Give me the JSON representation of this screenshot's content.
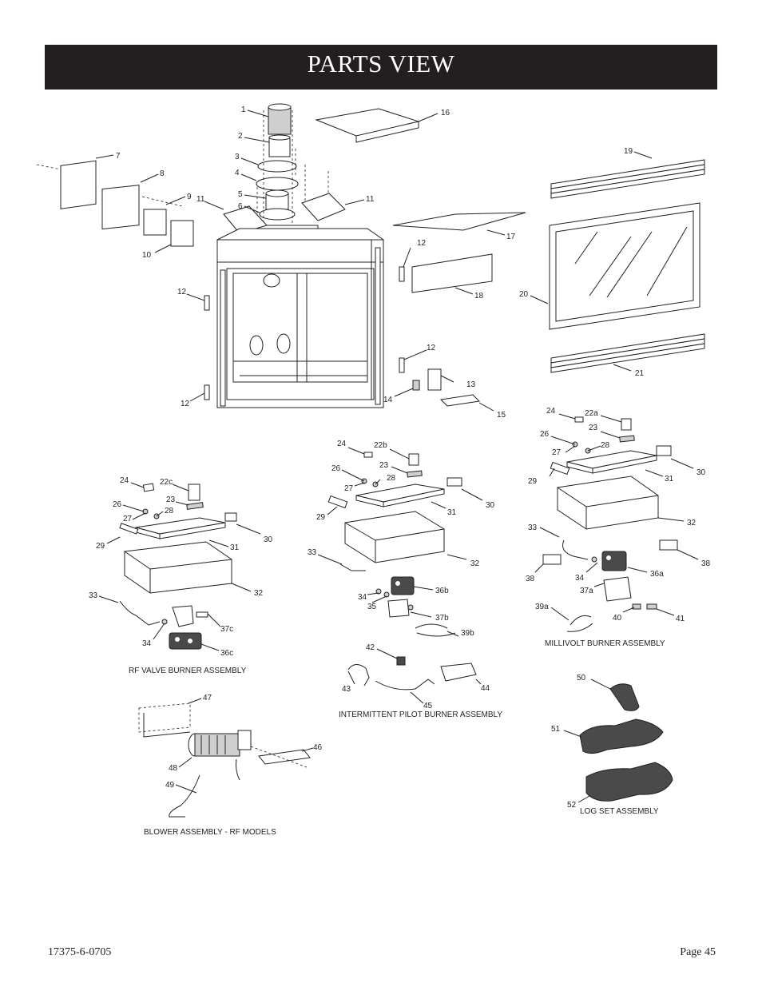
{
  "header": {
    "title": "PARTS VIEW"
  },
  "footer": {
    "doc_number": "17375-6-0705",
    "page": "Page 45"
  },
  "callouts": {
    "c1": "1",
    "c2": "2",
    "c3": "3",
    "c4": "4",
    "c5": "5",
    "c6": "6",
    "c7": "7",
    "c8": "8",
    "c9": "9",
    "c10": "10",
    "c11a": "11",
    "c11b": "11",
    "c12a": "12",
    "c12b": "12",
    "c12c": "12",
    "c12d": "12",
    "c13": "13",
    "c14": "14",
    "c15": "15",
    "c16": "16",
    "c17": "17",
    "c18": "18",
    "c19": "19",
    "c20": "20",
    "c21": "21"
  },
  "rf_valve": {
    "caption": "RF VALVE BURNER ASSEMBLY",
    "labels": {
      "l24": "24",
      "l22c": "22c",
      "l23": "23",
      "l26": "26",
      "l28": "28",
      "l27": "27",
      "l30": "30",
      "l29": "29",
      "l31": "31",
      "l32": "32",
      "l33": "33",
      "l37c": "37c",
      "l34": "34",
      "l36c": "36c"
    }
  },
  "intermittent": {
    "caption": "INTERMITTENT PILOT BURNER ASSEMBLY",
    "labels": {
      "l24": "24",
      "l22b": "22b",
      "l23": "23",
      "l26": "26",
      "l28": "28",
      "l27": "27",
      "l30": "30",
      "l31": "31",
      "l29": "29",
      "l32": "32",
      "l33": "33",
      "l36b": "36b",
      "l34": "34",
      "l35": "35",
      "l37b": "37b",
      "l39b": "39b",
      "l42": "42",
      "l43": "43",
      "l44": "44",
      "l45": "45"
    }
  },
  "millivolt": {
    "caption": "MILLIVOLT BURNER ASSEMBLY",
    "labels": {
      "l24": "24",
      "l22a": "22a",
      "l23": "23",
      "l26": "26",
      "l28": "28",
      "l27": "27",
      "l30": "30",
      "l29": "29",
      "l31": "31",
      "l32": "32",
      "l33": "33",
      "l38a": "38",
      "l38b": "38",
      "l34": "34",
      "l36a": "36a",
      "l37a": "37a",
      "l39a": "39a",
      "l40": "40",
      "l41": "41"
    }
  },
  "blower": {
    "caption": "BLOWER ASSEMBLY - RF MODELS",
    "labels": {
      "l47": "47",
      "l46": "46",
      "l48": "48",
      "l49": "49"
    }
  },
  "logs": {
    "caption": "LOG SET ASSEMBLY",
    "labels": {
      "l50": "50",
      "l51": "51",
      "l52": "52"
    }
  }
}
